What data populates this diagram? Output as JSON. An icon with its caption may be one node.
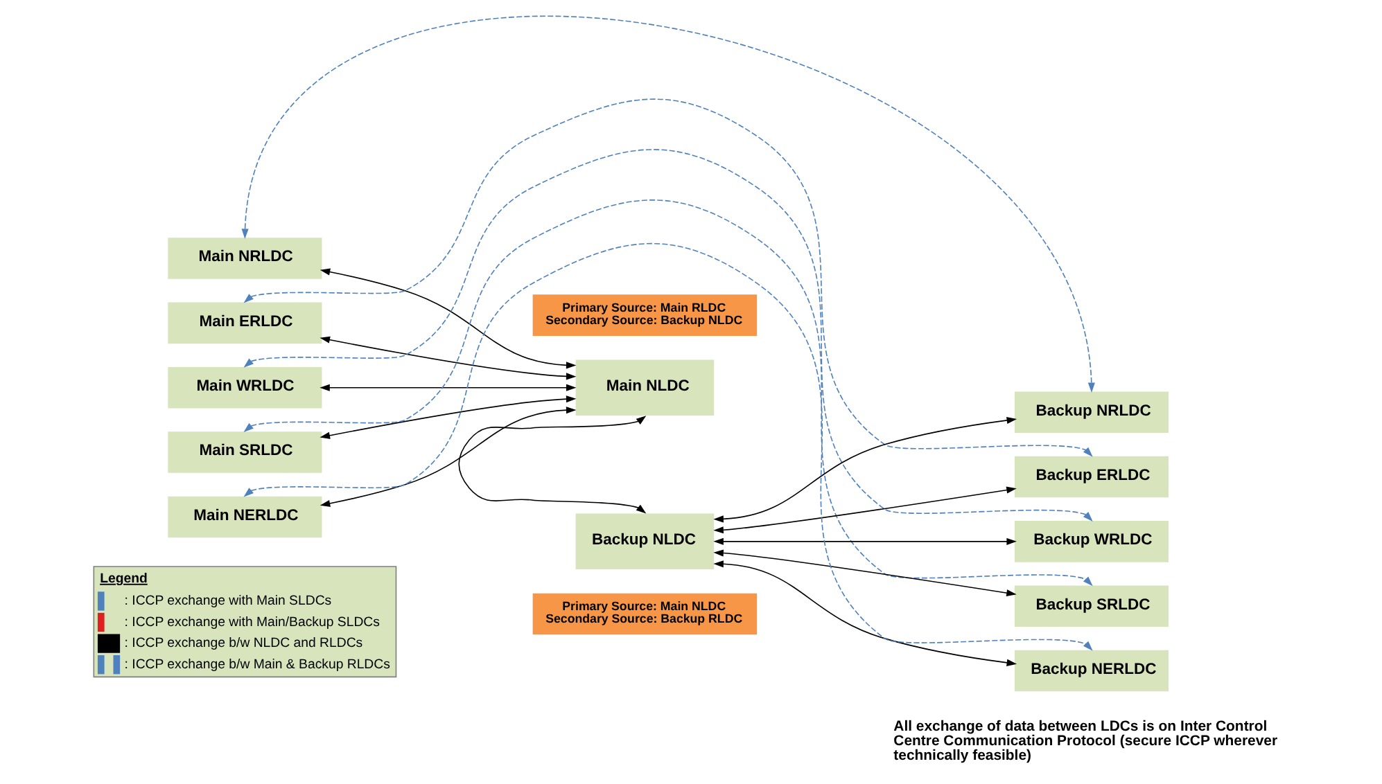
{
  "diagram": {
    "nodes": [
      {
        "text": [
          "Main NRLDC"
        ]
      },
      {
        "text": [
          "Primary Source: Main RLDC Secondary Source: Backup NLDC"
        ]
      },
      {
        "text": [
          "Backup NRLDC"
        ]
      },
      {
        "text": [
          "Main ERLDC"
        ]
      },
      {
        "text": [
          "Main NLDC"
        ]
      },
      {
        "text": [
          "Backup ERLDC"
        ]
      },
      {
        "text": [
          "Main WRLDC"
        ]
      },
      {
        "text": [
          "Backup WRLDC"
        ]
      },
      {
        "text": [
          "Main SRLDC"
        ]
      },
      {
        "text": [
          "Backup NLDC"
        ]
      },
      {
        "text": [
          "Backup SRLDC"
        ]
      },
      {
        "text": [
          "Primary Source: Main NLDC Secondary Source: Backup RLDC"
        ]
      },
      {
        "text": [
          "Main NERLDC"
        ]
      },
      {
        "text": [
          "Backup NERLDC"
        ]
      }
    ],
    "edges": [
      {
        "from": 0,
        "to": 4,
        "arrow": "both"
      },
      {
        "from": 3,
        "to": 4,
        "arrow": "both"
      },
      {
        "from": 6,
        "to": 4,
        "arrow": "both"
      },
      {
        "from": 8,
        "to": 4,
        "arrow": "both"
      },
      {
        "from": 12,
        "to": 4,
        "arrow": "both"
      },
      {
        "from": 4,
        "to": 9,
        "arrow": "both"
      },
      {
        "from": 9,
        "to": 2,
        "arrow": "both"
      },
      {
        "from": 9,
        "to": 5,
        "arrow": "both"
      },
      {
        "from": 9,
        "to": 7,
        "arrow": "both"
      },
      {
        "from": 9,
        "to": 10,
        "arrow": "both"
      },
      {
        "from": 9,
        "to": 13,
        "arrow": "both"
      },
      {
        "from": 0,
        "to": 2,
        "arrow": "both",
        "style": "dashed",
        "color": "#4f81bd"
      },
      {
        "from": 3,
        "to": 5,
        "arrow": "both",
        "style": "dashed",
        "color": "#4f81bd"
      },
      {
        "from": 6,
        "to": 7,
        "arrow": "both",
        "style": "dashed",
        "color": "#4f81bd"
      },
      {
        "from": 8,
        "to": 10,
        "arrow": "both",
        "style": "dashed",
        "color": "#4f81bd"
      },
      {
        "from": 12,
        "to": 13,
        "arrow": "both",
        "style": "dashed",
        "color": "#4f81bd"
      }
    ],
    "labels": [
      "Legend",
      "All exchange of data between LDCs is on Inter Control Centre Communication Protocol (secure ICCP wherever technically feasible)"
    ],
    "legend": [
      {
        "text": ": ICCP exchange with Main SLDCs"
      },
      {
        "text": ": ICCP exchange with Main/Backup SLDCs"
      },
      {
        "text": ": ICCP exchange b/w NLDC and RLDCs"
      },
      {
        "text": ": ICCP exchange b/w Main & Backup RLDCs"
      }
    ]
  }
}
